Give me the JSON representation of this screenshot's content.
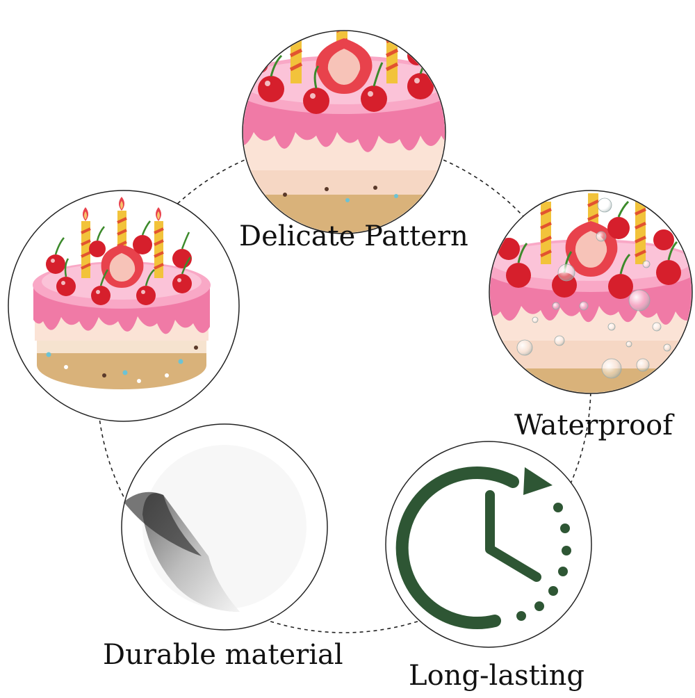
{
  "features": {
    "delicate": "Delicate Pattern",
    "waterproof": "Waterproof",
    "durable": "Durable material",
    "longlasting": "Long-lasting"
  },
  "colors": {
    "icing_pink": "#f07aa6",
    "icing_light": "#f9c6d6",
    "cream": "#fbe3d6",
    "cake_base": "#d9b27a",
    "cherry": "#d61f2c",
    "strawberry": "#e8424c",
    "candle_yellow": "#f2c33b",
    "candle_red": "#e2532f",
    "clock_green": "#2e5634"
  },
  "icons": {
    "clock": "clock-arrow-icon",
    "sticker": "peeling-sticker-icon",
    "cake": "birthday-cake-icon"
  }
}
